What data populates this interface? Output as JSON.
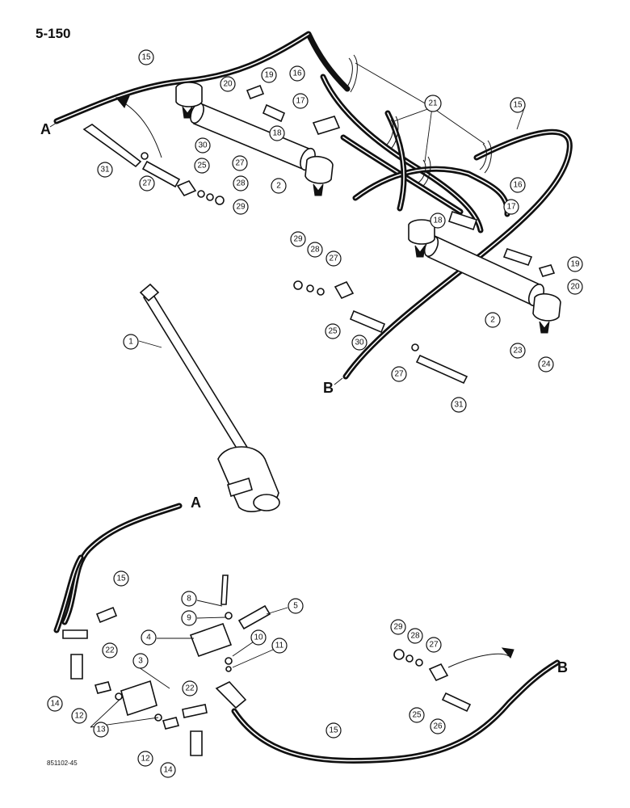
{
  "page_number": "5-150",
  "figure_code": "851102-45",
  "connection_labels": {
    "a_top": "A",
    "b_top": "B",
    "a_bottom": "A",
    "b_bottom": "B"
  },
  "callouts": {
    "c1": "1",
    "c2a": "2",
    "c2b": "2",
    "c3": "3",
    "c4": "4",
    "c5": "5",
    "c8": "8",
    "c9": "9",
    "c10": "10",
    "c11": "11",
    "c12a": "12",
    "c12b": "12",
    "c13": "13",
    "c14a": "14",
    "c14b": "14",
    "c15a": "15",
    "c15b": "15",
    "c15c": "15",
    "c15d": "15",
    "c16a": "16",
    "c16b": "16",
    "c17a": "17",
    "c17b": "17",
    "c18a": "18",
    "c18b": "18",
    "c19a": "19",
    "c19b": "19",
    "c20a": "20",
    "c20b": "20",
    "c21": "21",
    "c22a": "22",
    "c22b": "22",
    "c23": "23",
    "c24": "24",
    "c25a": "25",
    "c25b": "25",
    "c25c": "25",
    "c26": "26",
    "c27a": "27",
    "c27b": "27",
    "c27c": "27",
    "c27d": "27",
    "c27e": "27",
    "c28a": "28",
    "c28b": "28",
    "c28c": "28",
    "c29a": "29",
    "c29b": "29",
    "c29c": "29",
    "c30a": "30",
    "c30b": "30",
    "c31a": "31",
    "c31b": "31"
  }
}
